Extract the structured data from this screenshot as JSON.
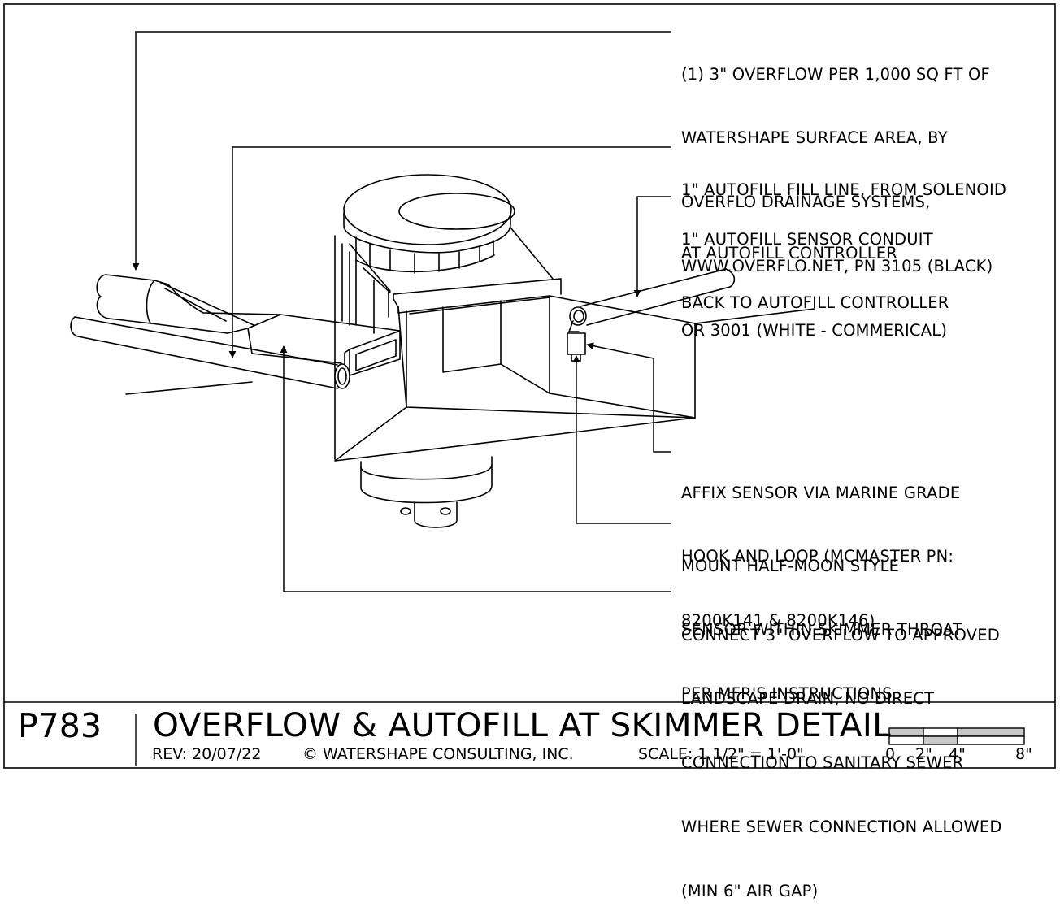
{
  "notes": {
    "overflow_spec": [
      "(1) 3\" OVERFLOW PER 1,000 SQ FT OF",
      "WATERSHAPE SURFACE AREA, BY",
      "OVERFLO DRAINAGE SYSTEMS,",
      "WWW.OVERFLO.NET, PN 3105 (BLACK)",
      "OR 3001 (WHITE - COMMERICAL)"
    ],
    "fill_line": [
      "1\" AUTOFILL FILL LINE, FROM SOLENOID",
      "AT AUTOFILL CONTROLLER"
    ],
    "sensor_conduit": [
      "1\" AUTOFILL SENSOR CONDUIT",
      "BACK TO AUTOFILL CONTROLLER"
    ],
    "affix_sensor": [
      "AFFIX SENSOR VIA MARINE GRADE",
      "HOOK AND LOOP (MCMASTER PN:",
      "8200K141 & 8200K146)"
    ],
    "mount_sensor": [
      "MOUNT HALF-MOON STYLE",
      "SENSOR WITHIN SKIMMER THROAT",
      "PER MFR'S INSTRUCTIONS"
    ],
    "connect_overflow": [
      "CONNECT 3\" OVERFLOW TO APPROVED",
      "LANDSCAPE DRAIN, NO DIRECT",
      "CONNECTION TO SANITARY SEWER",
      "WHERE SEWER CONNECTION ALLOWED",
      "(MIN 6\" AIR GAP)"
    ]
  },
  "title_block": {
    "detail_id": "P783",
    "title": "OVERFLOW & AUTOFILL AT SKIMMER DETAIL",
    "rev": "REV:  20/07/22",
    "copyright": "© WATERSHAPE CONSULTING, INC.",
    "scale": "SCALE:  1 1/2\" = 1'-0\""
  },
  "scale_bar": {
    "labels": [
      "0",
      "2\"",
      "4\"",
      "8\""
    ]
  },
  "colors": {
    "line": "#000000",
    "background": "#ffffff",
    "scale_fill": "#c8c8c8"
  }
}
